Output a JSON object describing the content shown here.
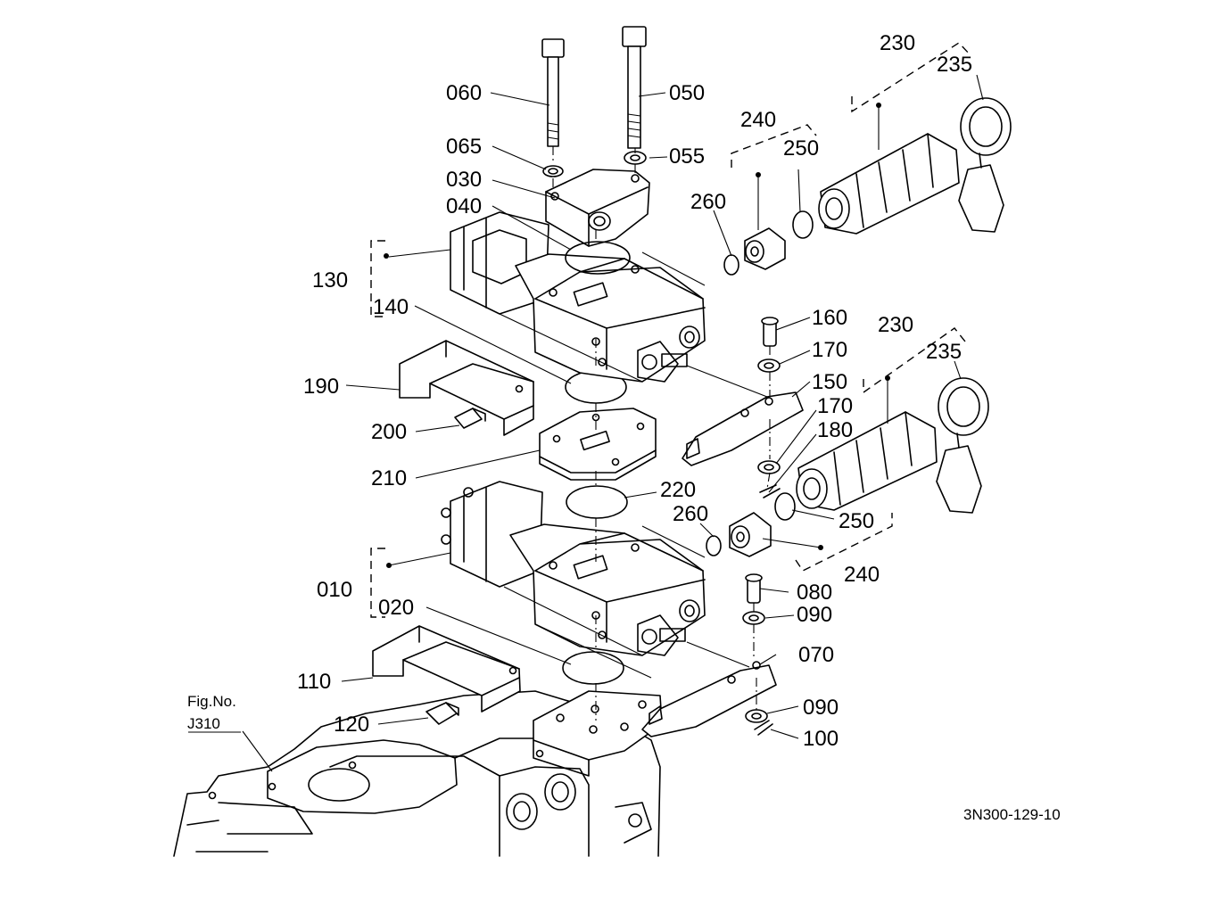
{
  "figure": {
    "ref_title": "Fig.No.",
    "ref_number": "J310",
    "drawing_code": "3N300-129-10"
  },
  "labels": {
    "l010": "010",
    "l020": "020",
    "l030": "030",
    "l040": "040",
    "l050": "050",
    "l055": "055",
    "l060": "060",
    "l065": "065",
    "l070": "070",
    "l080": "080",
    "l090a": "090",
    "l090b": "090",
    "l100": "100",
    "l110": "110",
    "l120": "120",
    "l130": "130",
    "l140": "140",
    "l150": "150",
    "l160": "160",
    "l170a": "170",
    "l170b": "170",
    "l180": "180",
    "l190": "190",
    "l200": "200",
    "l210": "210",
    "l220": "220",
    "l230a": "230",
    "l230b": "230",
    "l235a": "235",
    "l235b": "235",
    "l240a": "240",
    "l240b": "240",
    "l250a": "250",
    "l250b": "250",
    "l260a": "260",
    "l260b": "260"
  }
}
